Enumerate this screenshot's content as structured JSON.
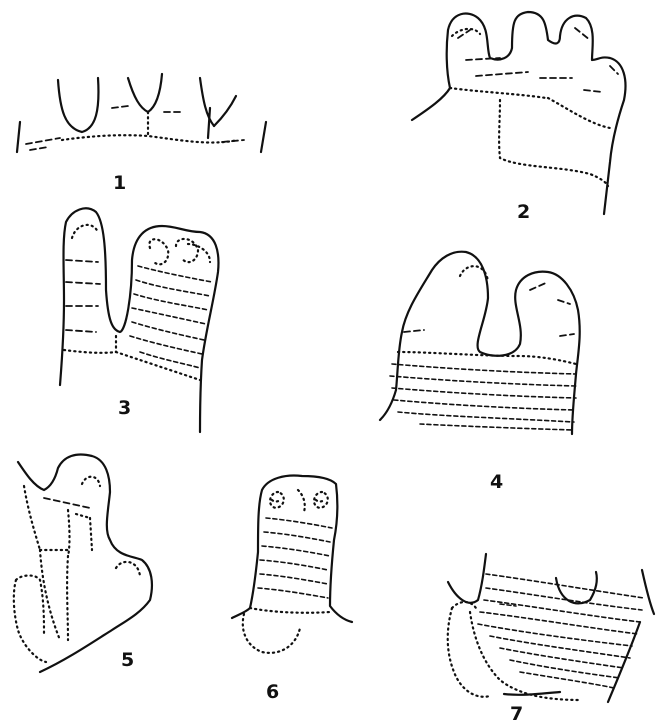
{
  "figures": [
    {
      "id": "fig-1",
      "label": "1"
    },
    {
      "id": "fig-2",
      "label": "2"
    },
    {
      "id": "fig-3",
      "label": "3"
    },
    {
      "id": "fig-4",
      "label": "4"
    },
    {
      "id": "fig-5",
      "label": "5"
    },
    {
      "id": "fig-6",
      "label": "6"
    },
    {
      "id": "fig-7",
      "label": "7"
    }
  ]
}
